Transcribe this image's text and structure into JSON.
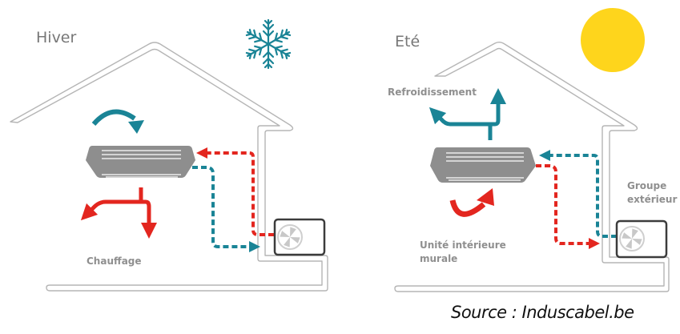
{
  "panels": {
    "winter": {
      "title": "Hiver",
      "weather_icon": "snowflake-icon",
      "air_flow_label": "Chauffage",
      "air_flow_color": "#e3261f",
      "circulation_arrow_color": "#1a8496"
    },
    "summer": {
      "title": "Eté",
      "weather_icon": "sun-icon",
      "air_flow_label": "Refroidissement",
      "air_flow_color": "#1a8496",
      "circulation_arrow_color": "#e3261f",
      "indoor_unit_label_line1": "Unité intérieure",
      "indoor_unit_label_line2": "murale",
      "outdoor_unit_label_line1": "Groupe",
      "outdoor_unit_label_line2": "extérieur"
    }
  },
  "colors": {
    "hot": "#e3261f",
    "cold": "#1a8496",
    "sun": "#fed51c",
    "unit": "#8e8e8e",
    "house_outline": "#b5b5b5"
  },
  "source": "Source : Induscabel.be"
}
